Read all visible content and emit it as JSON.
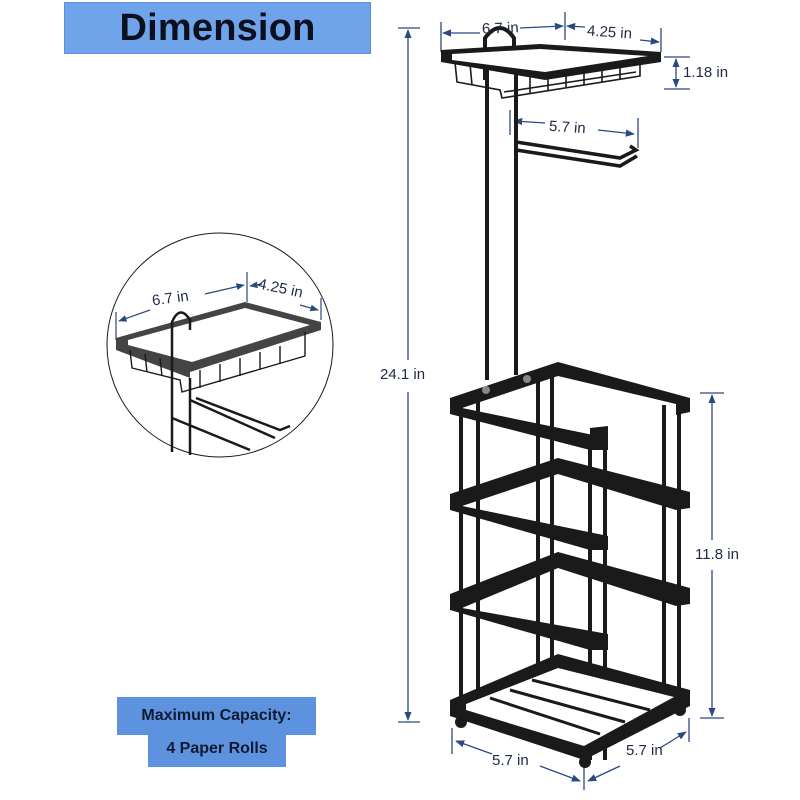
{
  "title": "Dimension",
  "capacity": {
    "line1": "Maximum Capacity:",
    "line2": "4 Paper Rolls"
  },
  "colors": {
    "banner": "#6fa3ea",
    "capacity_box": "#5d92de",
    "dimension_line": "#2a4a7f",
    "product": "#1a1a1a"
  },
  "dimensions": {
    "top_shelf_width": "6.7 in",
    "top_shelf_depth": "4.25 in",
    "top_shelf_height": "1.18 in",
    "roll_holder_length": "5.7 in",
    "total_height": "24.1 in",
    "base_height": "11.8 in",
    "base_width": "5.7 in",
    "base_depth": "5.7 in"
  },
  "detail_inset": {
    "shelf_width": "6.7 in",
    "shelf_depth": "4.25 in"
  }
}
